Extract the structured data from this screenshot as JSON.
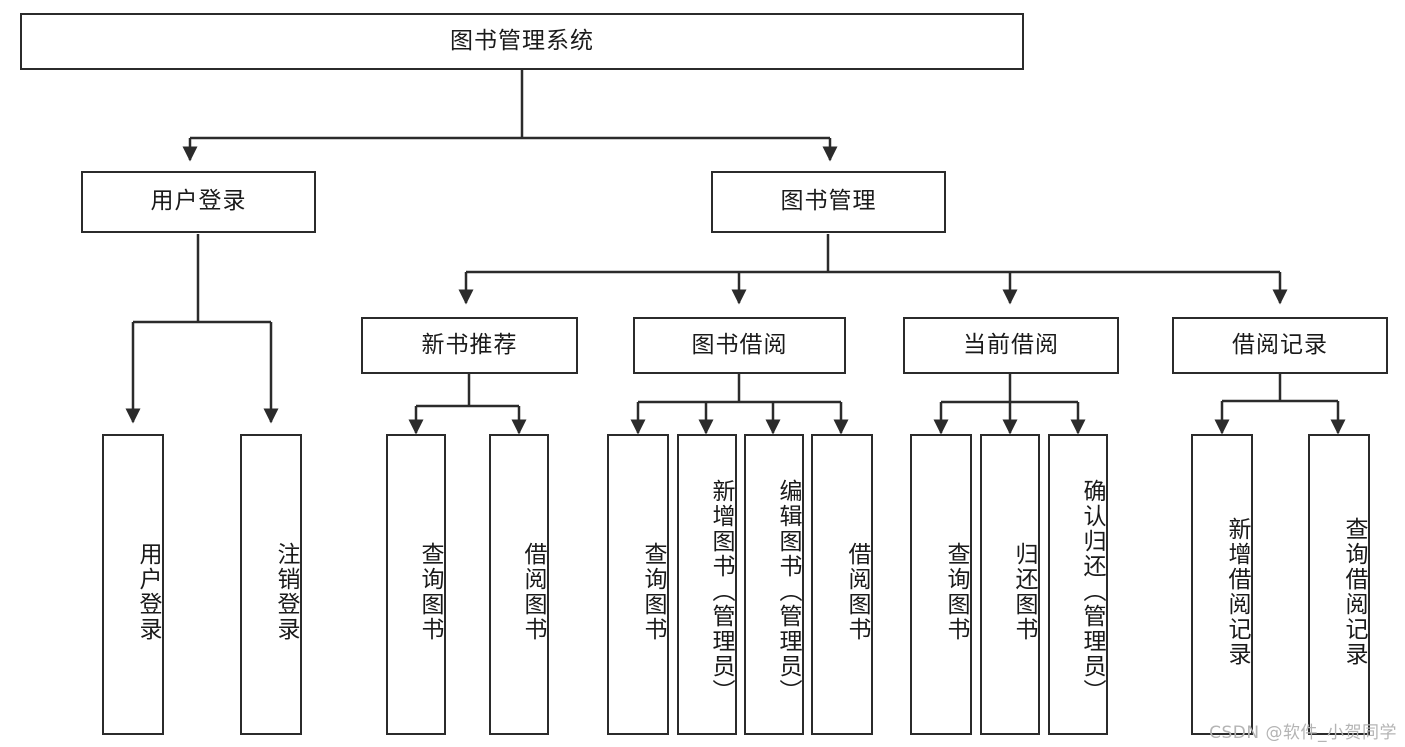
{
  "diagram": {
    "title": "图书管理系统",
    "watermark": "CSDN @软件_小贺同学",
    "line_color": "#2b2b2b",
    "box_fill": "#ffffff",
    "text_color": "#1a1a1a",
    "watermark_color": "#b4b4b4"
  },
  "nodes": {
    "root": {
      "label": "图书管理系统",
      "level": 1,
      "orientation": "horizontal"
    },
    "l2": [
      {
        "label": "用户登录",
        "orientation": "horizontal"
      },
      {
        "label": "图书管理",
        "orientation": "horizontal"
      }
    ],
    "l3": [
      {
        "label": "新书推荐",
        "orientation": "horizontal",
        "parent": "图书管理"
      },
      {
        "label": "图书借阅",
        "orientation": "horizontal",
        "parent": "图书管理"
      },
      {
        "label": "当前借阅",
        "orientation": "horizontal",
        "parent": "图书管理"
      },
      {
        "label": "借阅记录",
        "orientation": "horizontal",
        "parent": "图书管理"
      }
    ],
    "leaves": {
      "user_login": [
        {
          "label": "用户登录",
          "orientation": "vertical"
        },
        {
          "label": "注销登录",
          "orientation": "vertical"
        }
      ],
      "new_book_recommend": [
        {
          "label": "查询图书",
          "orientation": "vertical"
        },
        {
          "label": "借阅图书",
          "orientation": "vertical"
        }
      ],
      "book_borrow": [
        {
          "label": "查询图书",
          "orientation": "vertical"
        },
        {
          "label": "新增图书（管理员）",
          "orientation": "vertical"
        },
        {
          "label": "编辑图书（管理员）",
          "orientation": "vertical"
        },
        {
          "label": "借阅图书",
          "orientation": "vertical"
        }
      ],
      "current_borrow": [
        {
          "label": "查询图书",
          "orientation": "vertical"
        },
        {
          "label": "归还图书",
          "orientation": "vertical"
        },
        {
          "label": "确认归还（管理员）",
          "orientation": "vertical"
        }
      ],
      "borrow_record": [
        {
          "label": "新增借阅记录",
          "orientation": "vertical"
        },
        {
          "label": "查询借阅记录",
          "orientation": "vertical"
        }
      ]
    }
  }
}
